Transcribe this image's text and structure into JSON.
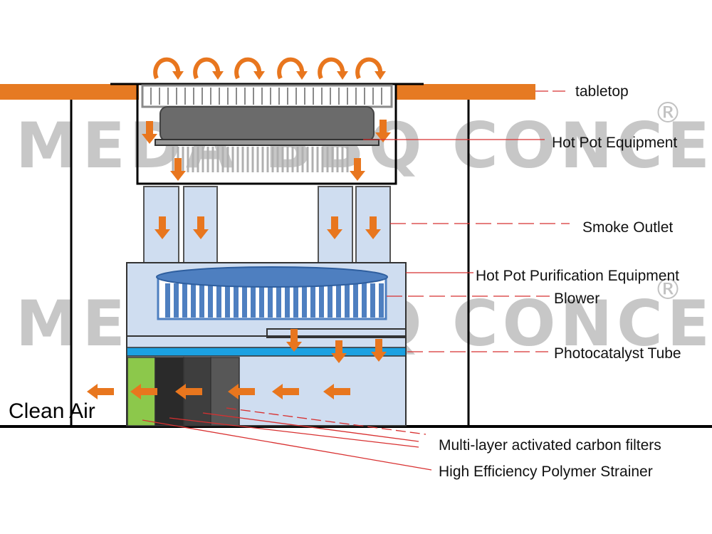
{
  "labels": {
    "tabletop": "tabletop",
    "hot_pot_equipment": "Hot Pot Equipment",
    "smoke_outlet": "Smoke Outlet",
    "purification_equipment": "Hot Pot Purification Equipment",
    "blower": "Blower",
    "photocatalyst_tube": "Photocatalyst Tube",
    "carbon_filters": "Multi-layer activated carbon filters",
    "polymer_strainer": "High Efficiency Polymer Strainer",
    "clean_air": "Clean Air"
  },
  "watermark": {
    "text": "MEDA BBQ CONCEPT",
    "registered": "®"
  },
  "colors": {
    "tabletop": "#E67A22",
    "arrow": "#E8761E",
    "panel": "#CFDDF0",
    "blower_top": "#4E7FC0",
    "photocatalyst": "#1BA1E2",
    "strainer": "#8CC84B",
    "carbon_dark": "#2A2A2A",
    "carbon_mid": "#3E3E3E",
    "carbon_light": "#575757",
    "leader": "#D83030"
  }
}
